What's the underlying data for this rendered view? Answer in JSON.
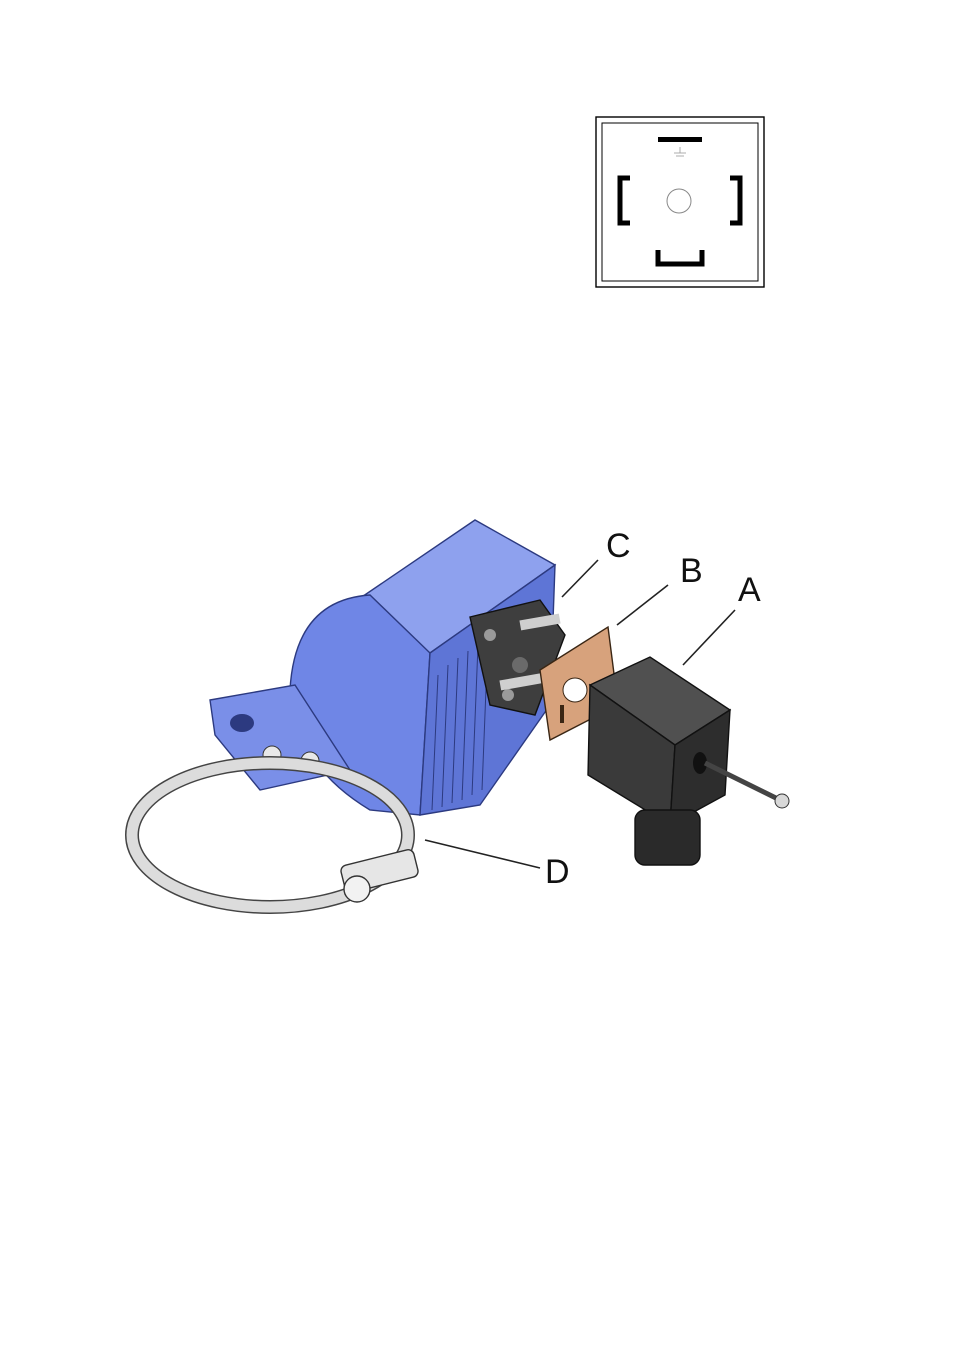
{
  "pinout_diagram": {
    "ground_symbol": "ground-icon"
  },
  "assembly_diagram": {
    "callouts": {
      "A": "A",
      "B": "B",
      "C": "C",
      "D": "D"
    },
    "colors": {
      "coil_body": "#6f86e6",
      "coil_shadow": "#4d63c4",
      "gasket": "#d7a27c",
      "connector": "#3a3a3a",
      "clamp": "#d9d9d9"
    }
  }
}
